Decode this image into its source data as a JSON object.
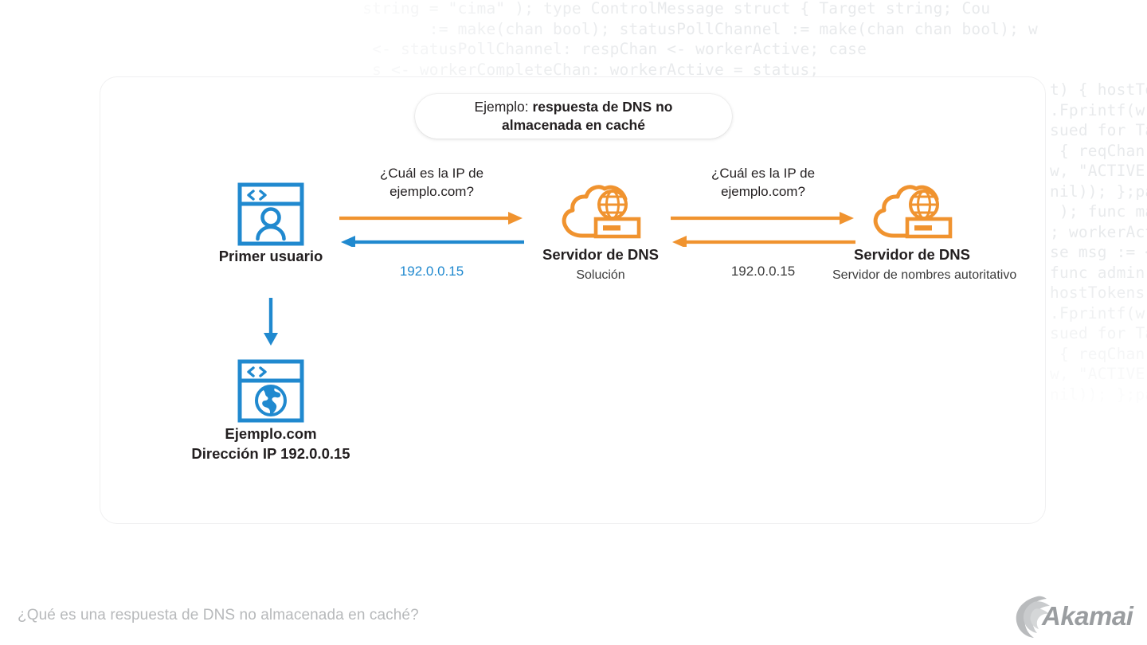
{
  "background_code": {
    "top_lines": [
      "             string = \"cima\" ); type ControlMessage struct { Target string; Cou",
      "                    := make(chan bool); statusPollChannel := make(chan chan bool); w",
      "              <- statusPollChannel: respChan <- workerActive; case",
      "              s <- workerCompleteChan: workerActive = status;"
    ],
    "right_lines": [
      "t) { hostTok",
      ".Fprintf(w,",
      "sued for Tar",
      " { reqChan",
      "w, \"ACTIVE\"",
      "nil)); };pac",
      " ); func mai",
      "; workerActi",
      "se msg := <-",
      "func admin(",
      "hostTokens",
      ".Fprintf(w,",
      "sued for Tar",
      " { reqChan",
      "w, \"ACTIVE\"",
      "nil)); };pac"
    ]
  },
  "title_pill": {
    "prefix": "Ejemplo: ",
    "emphasis": "respuesta de DNS no almacenada en caché"
  },
  "nodes": {
    "user": {
      "title": "Primer usuario",
      "icon": "browser-user-icon"
    },
    "website": {
      "title_line1": "Ejemplo.com",
      "title_line2": "Dirección IP 192.0.0.15",
      "icon": "browser-globe-icon"
    },
    "resolver": {
      "title": "Servidor de DNS",
      "subtitle": "Solución",
      "icon": "cloud-server-icon"
    },
    "authoritative": {
      "title": "Servidor de DNS",
      "subtitle": "Servidor de nombres autoritativo",
      "icon": "cloud-server-icon"
    }
  },
  "flows": {
    "user_to_resolver": {
      "query_line1": "¿Cuál es la IP de",
      "query_line2": "ejemplo.com?",
      "reply": "192.0.0.15",
      "query_arrow_direction": "right",
      "reply_arrow_direction": "left",
      "query_color": "#f0932f",
      "reply_color": "#2089cf",
      "reply_text_color": "#2089cf"
    },
    "resolver_to_authoritative": {
      "query_line1": "¿Cuál es la IP de",
      "query_line2": "ejemplo.com?",
      "reply": "192.0.0.15",
      "query_arrow_direction": "right",
      "reply_arrow_direction": "left",
      "query_color": "#f0932f",
      "reply_color": "#f0932f",
      "reply_text_color": "#3c3c3c"
    },
    "user_to_website": {
      "direction": "down",
      "color": "#2089cf"
    }
  },
  "footer": {
    "caption": "¿Qué es una respuesta de DNS no almacenada en caché?",
    "logo_text": "Akamai"
  },
  "colors": {
    "blue": "#2089cf",
    "orange": "#f0932f",
    "text_dark": "#231f20",
    "text_gray": "#3c3c3c",
    "footer_gray": "#b7b9bb",
    "card_border": "#f0f0f1",
    "code_gray": "#e8eaec"
  }
}
